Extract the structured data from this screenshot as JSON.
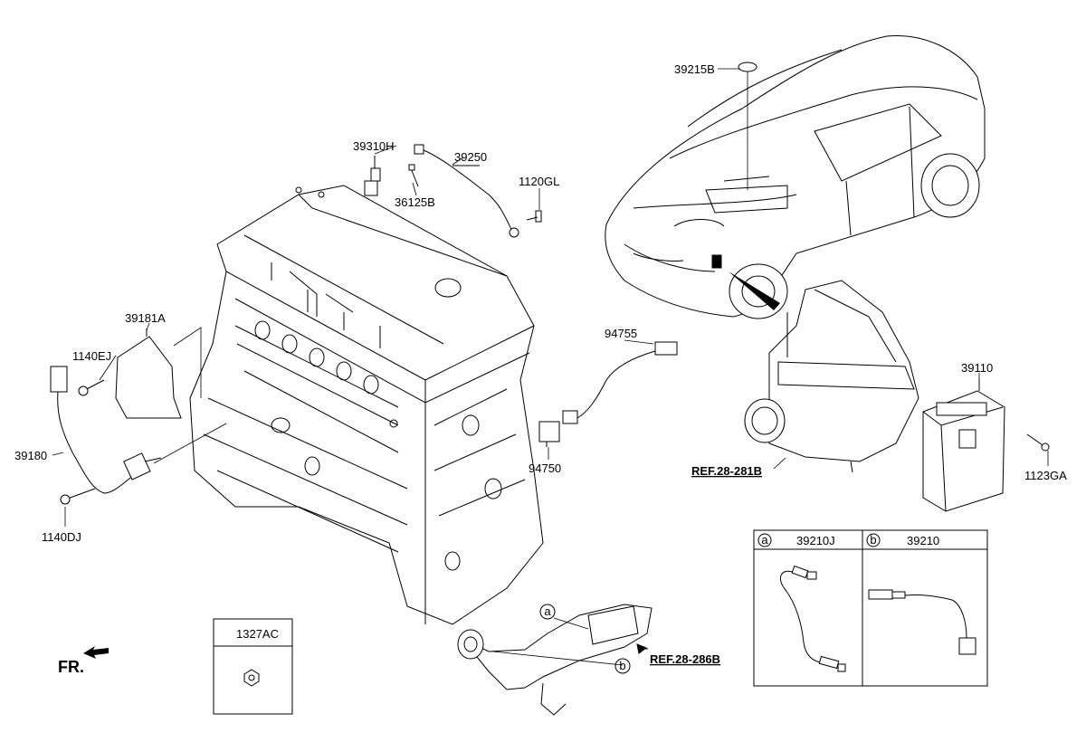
{
  "labels": {
    "p39215B": "39215B",
    "p39310H": "39310H",
    "p39250": "39250",
    "p36125B": "36125B",
    "p1120GL": "1120GL",
    "p39181A": "39181A",
    "p1140EJ": "1140EJ",
    "p39180": "39180",
    "p1140DJ": "1140DJ",
    "p94755": "94755",
    "p94750": "94750",
    "p39110": "39110",
    "p1123GA": "1123GA",
    "ref281": "REF.28-281B",
    "ref286": "REF.28-286B",
    "fr": "FR.",
    "a_marker": "a",
    "b_marker": "b"
  },
  "inset_sensors": {
    "a_label": "a",
    "a_part": "39210J",
    "b_label": "b",
    "b_part": "39210"
  },
  "inset_nut": {
    "part": "1327AC"
  }
}
